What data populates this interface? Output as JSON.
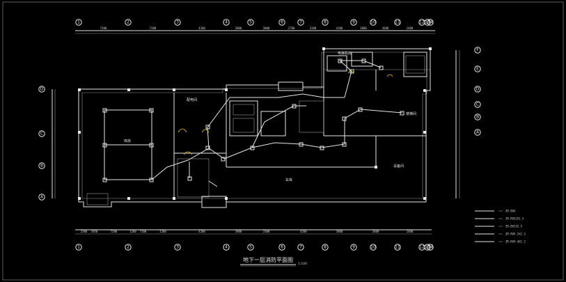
{
  "drawing": {
    "title": "地下一层消防平面图",
    "scale": "1:100",
    "background": "#000000",
    "line_color": "#e8e8e8",
    "accent_color": "#f0c419"
  },
  "top_axes": [
    "1",
    "2",
    "3",
    "4",
    "5",
    "6",
    "7",
    "8",
    "9",
    "10",
    "11",
    "12",
    "13",
    "14"
  ],
  "bottom_axes": [
    "1",
    "2",
    "3",
    "4",
    "5",
    "6",
    "7",
    "8",
    "9",
    "10",
    "11",
    "12",
    "13",
    "14"
  ],
  "left_axes": [
    "D",
    "C",
    "B",
    "A"
  ],
  "right_axes": [
    "F",
    "E",
    "D",
    "C",
    "B",
    "A"
  ],
  "top_dims": [
    "7200",
    "7200",
    "4200",
    "3000",
    "3000",
    "2700",
    "3300",
    "4200",
    "3000",
    "3600",
    "2400"
  ],
  "bottom_dims": [
    "2300",
    "1050",
    "7200",
    "1200",
    "7200",
    "1200",
    "4200",
    "3000",
    "3300",
    "4200",
    "3000",
    "3600",
    "2400"
  ],
  "rooms": {
    "r1": "库房",
    "r2": "配电间",
    "r3": "车库",
    "r4": "电梯机房",
    "r5": "设备间",
    "r6": "楼梯间"
  },
  "legend": [
    {
      "symbol": "line",
      "label": "ZR-BVA"
    },
    {
      "symbol": "line",
      "label": "ZR-RVS2X1.5"
    },
    {
      "symbol": "line",
      "label": "ZR-BV2X2.5"
    },
    {
      "symbol": "line",
      "label": "ZR-RVV-5X2.5"
    },
    {
      "symbol": "line",
      "label": "ZR-RVV-4X1.5"
    }
  ]
}
